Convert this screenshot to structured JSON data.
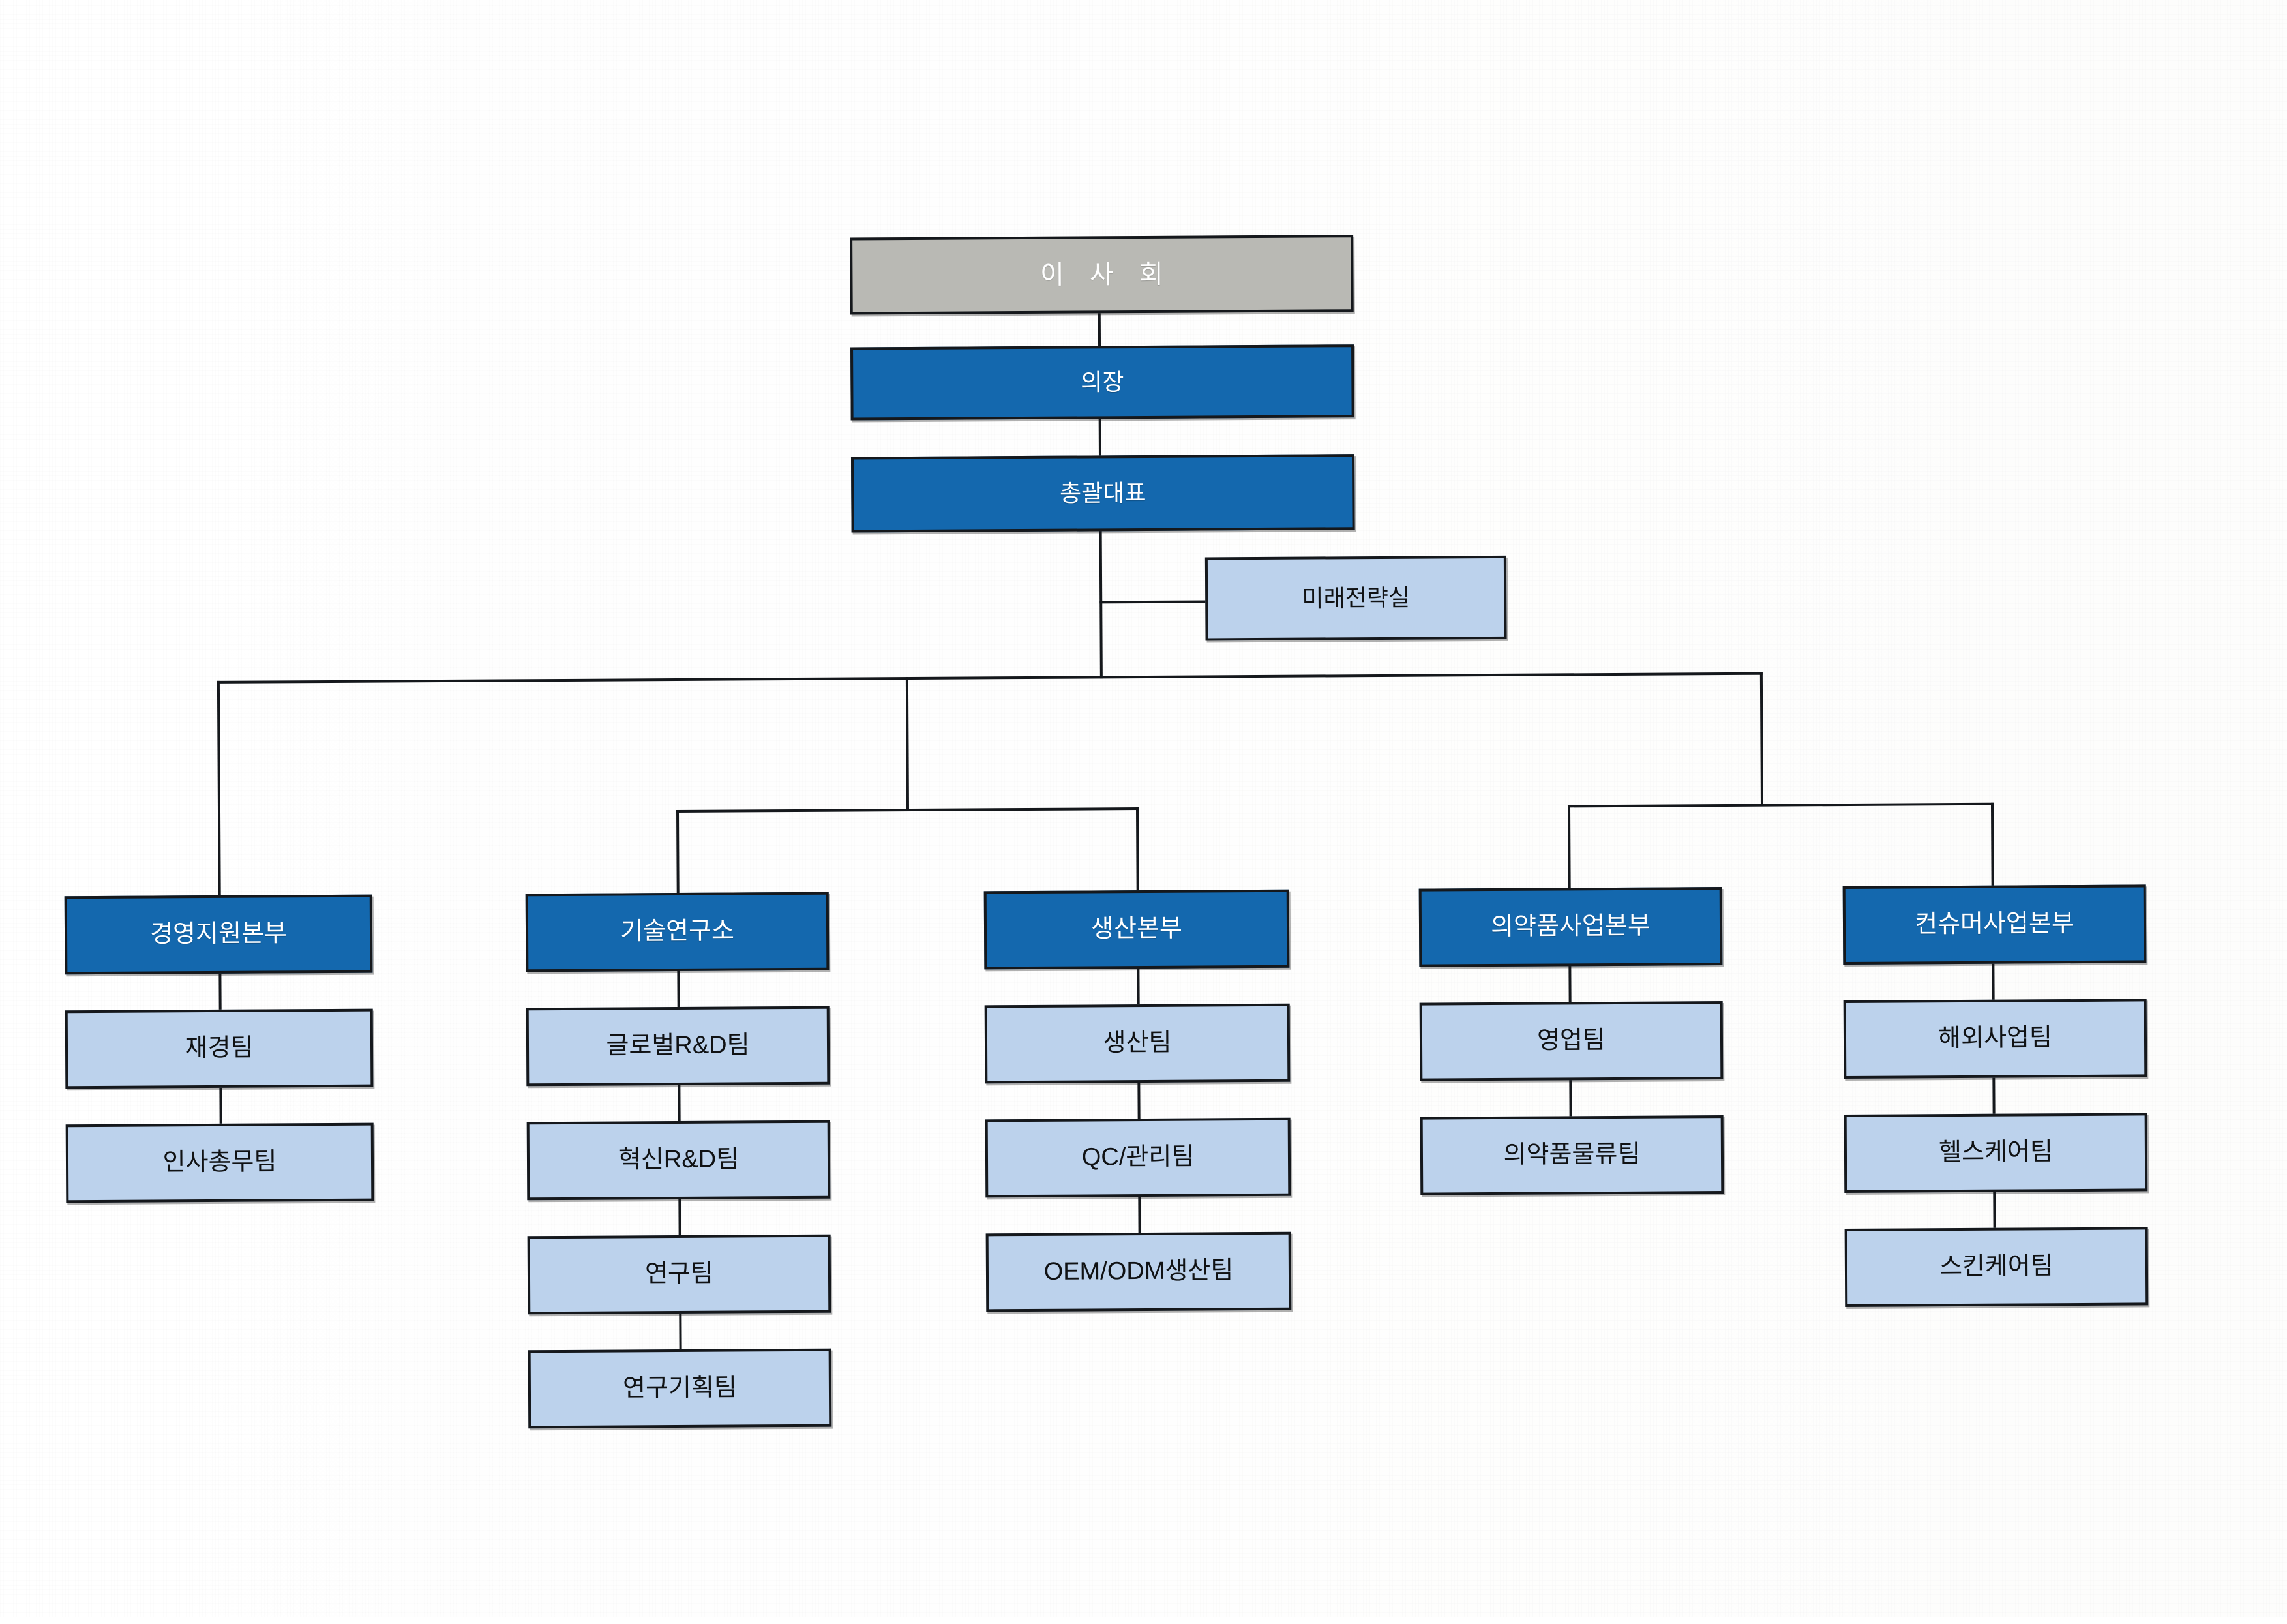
{
  "document": {
    "type": "organization-chart",
    "language": "ko"
  },
  "colors": {
    "board_fill": "#b9b9b4",
    "executive_fill": "#1468ae",
    "division_fill": "#1468ae",
    "team_fill": "#bcd2ec",
    "line": "#15181c",
    "page_background": "#ffffff"
  },
  "top": {
    "board": "이 사 회",
    "chairman": "의장",
    "ceo": "총괄대표",
    "staff_office": "미래전략실"
  },
  "divisions": [
    {
      "name": "경영지원본부",
      "teams": [
        "재경팀",
        "인사총무팀"
      ]
    },
    {
      "name": "기술연구소",
      "teams": [
        "글로벌R&D팀",
        "혁신R&D팀",
        "연구팀",
        "연구기획팀"
      ]
    },
    {
      "name": "생산본부",
      "teams": [
        "생산팀",
        "QC/관리팀",
        "OEM/ODM생산팀"
      ]
    },
    {
      "name": "의약품사업본부",
      "teams": [
        "영업팀",
        "의약품물류팀"
      ]
    },
    {
      "name": "컨슈머사업본부",
      "teams": [
        "해외사업팀",
        "헬스케어팀",
        "스킨케어팀"
      ]
    }
  ],
  "chart_data": {
    "type": "tree",
    "title": "",
    "root": "이 사 회",
    "edges": [
      {
        "from": "이 사 회",
        "to": "의장"
      },
      {
        "from": "의장",
        "to": "총괄대표"
      },
      {
        "from": "총괄대표",
        "to": "미래전략실"
      },
      {
        "from": "총괄대표",
        "to": "경영지원본부"
      },
      {
        "from": "총괄대표",
        "to": "기술연구소"
      },
      {
        "from": "총괄대표",
        "to": "생산본부"
      },
      {
        "from": "총괄대표",
        "to": "의약품사업본부"
      },
      {
        "from": "총괄대표",
        "to": "컨슈머사업본부"
      },
      {
        "from": "경영지원본부",
        "to": "재경팀"
      },
      {
        "from": "재경팀",
        "to": "인사총무팀"
      },
      {
        "from": "기술연구소",
        "to": "글로벌R&D팀"
      },
      {
        "from": "글로벌R&D팀",
        "to": "혁신R&D팀"
      },
      {
        "from": "혁신R&D팀",
        "to": "연구팀"
      },
      {
        "from": "연구팀",
        "to": "연구기획팀"
      },
      {
        "from": "생산본부",
        "to": "생산팀"
      },
      {
        "from": "생산팀",
        "to": "QC/관리팀"
      },
      {
        "from": "QC/관리팀",
        "to": "OEM/ODM생산팀"
      },
      {
        "from": "의약품사업본부",
        "to": "영업팀"
      },
      {
        "from": "영업팀",
        "to": "의약품물류팀"
      },
      {
        "from": "컨슈머사업본부",
        "to": "해외사업팀"
      },
      {
        "from": "해외사업팀",
        "to": "헬스케어팀"
      },
      {
        "from": "헬스케어팀",
        "to": "스킨케어팀"
      }
    ],
    "levels": {
      "0": [
        "이 사 회"
      ],
      "1": [
        "의장"
      ],
      "2": [
        "총괄대표"
      ],
      "3": [
        "미래전략실"
      ],
      "4": [
        "경영지원본부",
        "기술연구소",
        "생산본부",
        "의약품사업본부",
        "컨슈머사업본부"
      ],
      "5": [
        "재경팀",
        "글로벌R&D팀",
        "생산팀",
        "영업팀",
        "해외사업팀"
      ],
      "6": [
        "인사총무팀",
        "혁신R&D팀",
        "QC/관리팀",
        "의약품물류팀",
        "헬스케어팀"
      ],
      "7": [
        "연구팀",
        "OEM/ODM생산팀",
        "스킨케어팀"
      ],
      "8": [
        "연구기획팀"
      ]
    }
  }
}
